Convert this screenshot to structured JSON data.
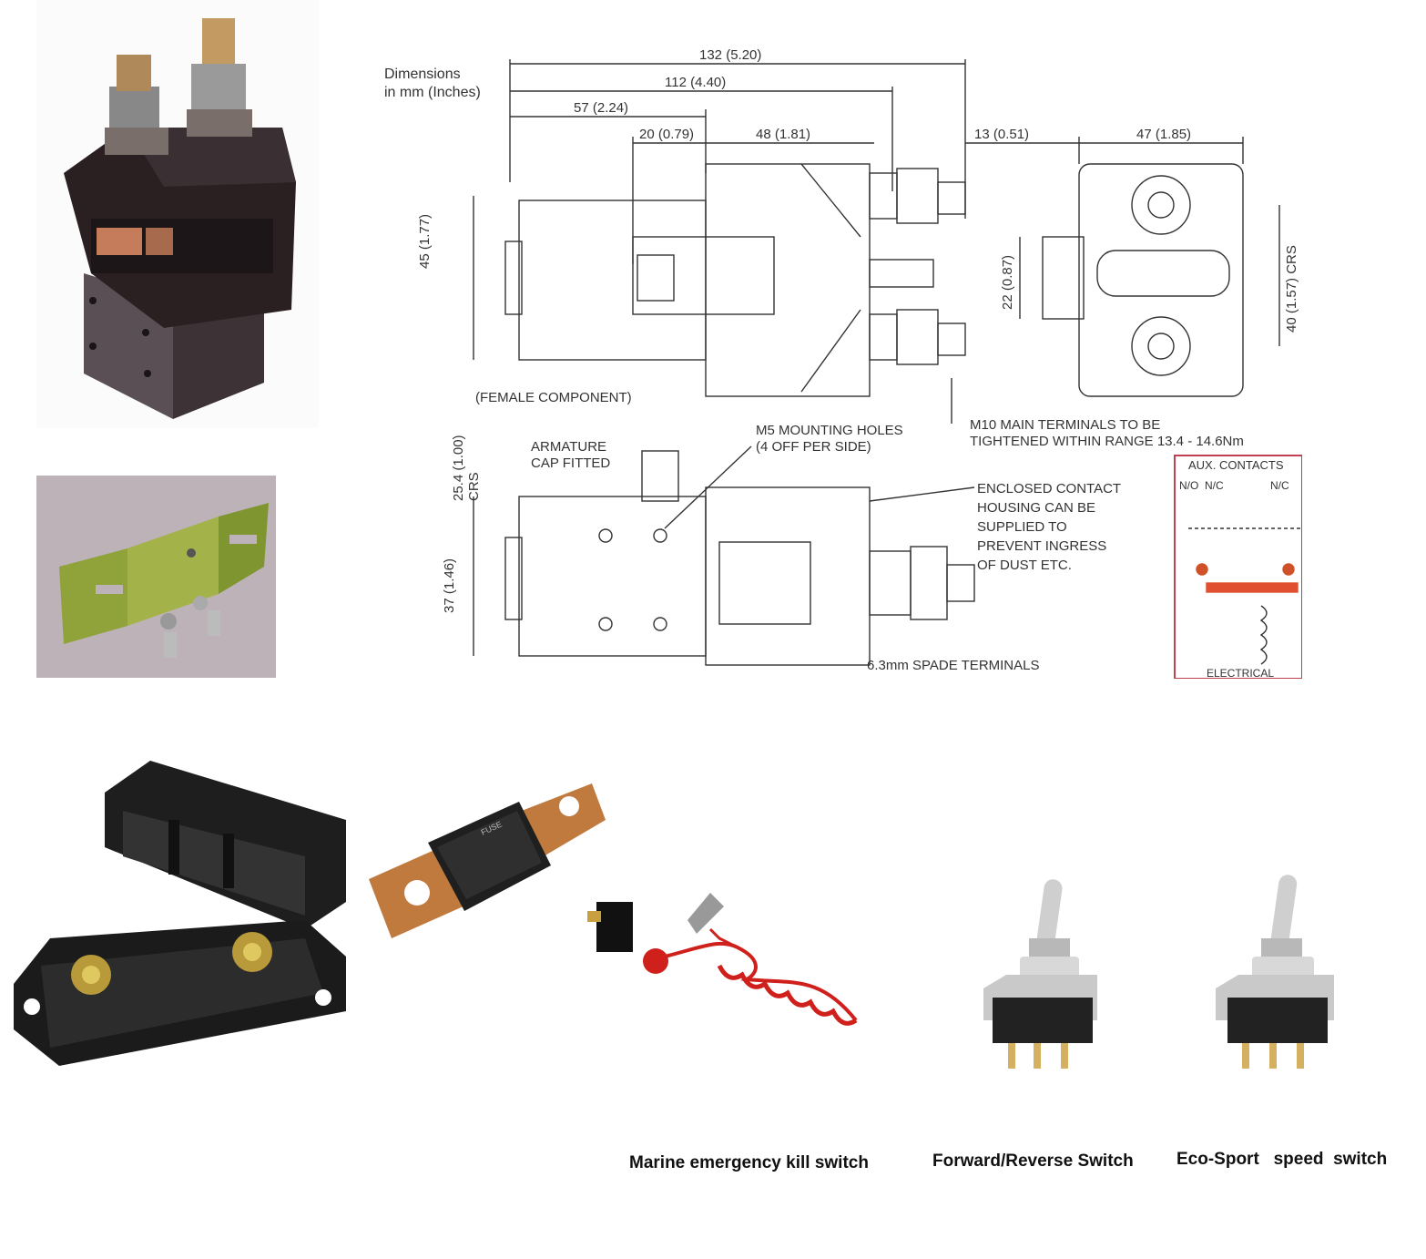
{
  "drawing": {
    "units_note": "Dimensions\nin mm (Inches)",
    "units_line1": "Dimensions",
    "units_line2": "in mm (Inches)",
    "dims": {
      "d132": "132 (5.20)",
      "d112": "112 (4.40)",
      "d57": "57 (2.24)",
      "d20": "20 (0.79)",
      "d48": "48 (1.81)",
      "d13": "13 (0.51)",
      "d47": "47 (1.85)",
      "d45": "45 (1.77)",
      "d22": "22 (0.87)",
      "d40": "40 (1.57) CRS",
      "d254": "25.4 (1.00)",
      "crs": "CRS",
      "d37": "37 (1.46)"
    },
    "labels": {
      "female": "(FEMALE COMPONENT)",
      "m10_line1": "M10 MAIN TERMINALS TO BE",
      "m10_line2": "TIGHTENED WITHIN RANGE 13.4 - 14.6Nm",
      "armature_line1": "ARMATURE",
      "armature_line2": "CAP FITTED",
      "m5_line1": "M5 MOUNTING HOLES",
      "m5_line2": "(4 OFF PER SIDE)",
      "enclosed_line1": "ENCLOSED CONTACT",
      "enclosed_line2": "HOUSING CAN BE",
      "enclosed_line3": "SUPPLIED TO",
      "enclosed_line4": "PREVENT INGRESS",
      "enclosed_line5": "OF DUST ETC.",
      "spade": "6.3mm SPADE TERMINALS",
      "aux_contacts": "AUX. CONTACTS",
      "no_nc": "N/O  N/C",
      "nc2": "N/C",
      "electrical": "ELECTRICAL"
    }
  },
  "captions": {
    "kill_switch": "Marine emergency kill switch",
    "forward_reverse": "Forward/Reverse Switch",
    "eco_sport": "Eco-Sport   speed  switch"
  },
  "fuse_label": "FUSE",
  "colors": {
    "contactor_body": "#2a2022",
    "copper": "#b87333",
    "red_cord": "#d0201c",
    "bracket": "#8fa33a",
    "switch_chrome": "#c8c8c8"
  }
}
